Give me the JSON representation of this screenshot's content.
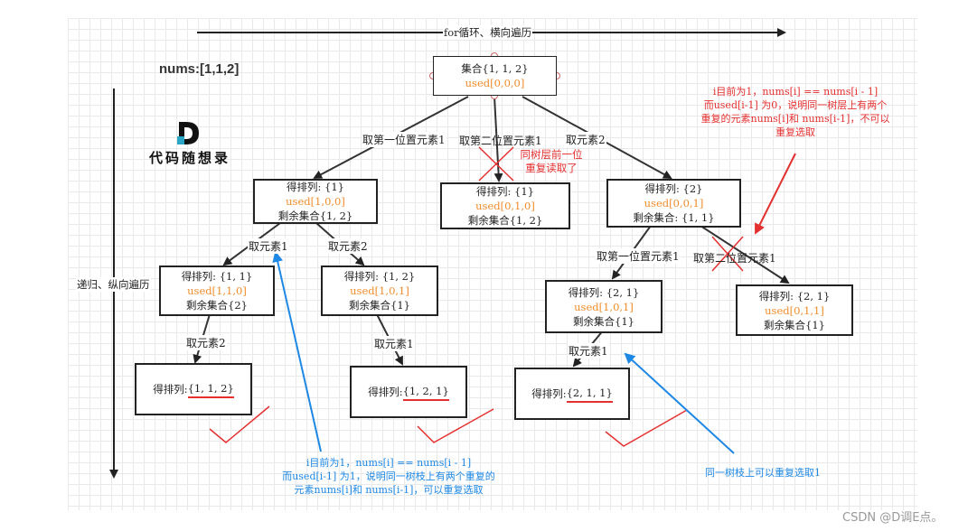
{
  "header": {
    "horizontal_arrow_label": "for循环、横向遍历",
    "vertical_arrow_label": "递归、纵向遍历",
    "nums_label": "nums:[1,1,2]",
    "logo_text": "代码随想录"
  },
  "nodes": {
    "root": {
      "line1": "集合{1, 1, 2}",
      "line2": "used[0,0,0]"
    },
    "n1": {
      "line1": "得排列: {1}",
      "line2": "used[1,0,0]",
      "line3": "剩余集合{1, 2}"
    },
    "n2": {
      "line1": "得排列: {1}",
      "line2": "used[0,1,0]",
      "line3": "剩余集合{1, 2}"
    },
    "n3": {
      "line1": "得排列: {2}",
      "line2": "used[0,0,1]",
      "line3": "剩余集合: {1, 1}"
    },
    "n11": {
      "line1": "得排列: {1, 1}",
      "line2": "used[1,1,0]",
      "line3": "剩余集合{2}"
    },
    "n12": {
      "line1": "得排列: {1, 2}",
      "line2": "used[1,0,1]",
      "line3": "剩余集合{1}"
    },
    "n31": {
      "line1": "得排列: {2, 1}",
      "line2": "used[1,0,1]",
      "line3": "剩余集合{1}"
    },
    "n32": {
      "line1": "得排列: {2, 1}",
      "line2": "used[0,1,1]",
      "line3": "剩余集合{1}"
    },
    "leaf1": {
      "prefix": "得排列: ",
      "value": "{1, 1, 2}"
    },
    "leaf2": {
      "prefix": "得排列: ",
      "value": "{1, 2, 1}"
    },
    "leaf3": {
      "prefix": "得排列: ",
      "value": "{2, 1, 1}"
    }
  },
  "edge_labels": {
    "root_n1": "取第一位置元素1",
    "root_n2": "取第二位置元素1",
    "root_n3": "取元素2",
    "n1_n11": "取元素1",
    "n1_n12": "取元素2",
    "n3_n31": "取第一位置元素1",
    "n3_n32": "取第二位置元素1",
    "n11_leaf1": "取元素2",
    "n12_leaf2": "取元素1",
    "n31_leaf3": "取元素1"
  },
  "notes": {
    "same_layer": "同树层前一位\n重复读取了",
    "red_note": "i目前为1，nums[i] == nums[i - 1]\n而used[i-1] 为0，说明同一树层上有两个\n重复的元素nums[i]和 nums[i-1]，不可以\n重复选取",
    "blue_note_left": "i目前为1，nums[i] == nums[i - 1]\n而used[i-1] 为1，说明同一树枝上有两个重复的\n元素nums[i]和 nums[i-1]，可以重复选取",
    "blue_note_right": "同一树枝上可以重复选取1"
  },
  "watermark": "CSDN @D调E点。",
  "colors": {
    "orange": "#f08c2b",
    "red": "#e53030",
    "blue": "#1e88e5",
    "line": "#333333"
  }
}
